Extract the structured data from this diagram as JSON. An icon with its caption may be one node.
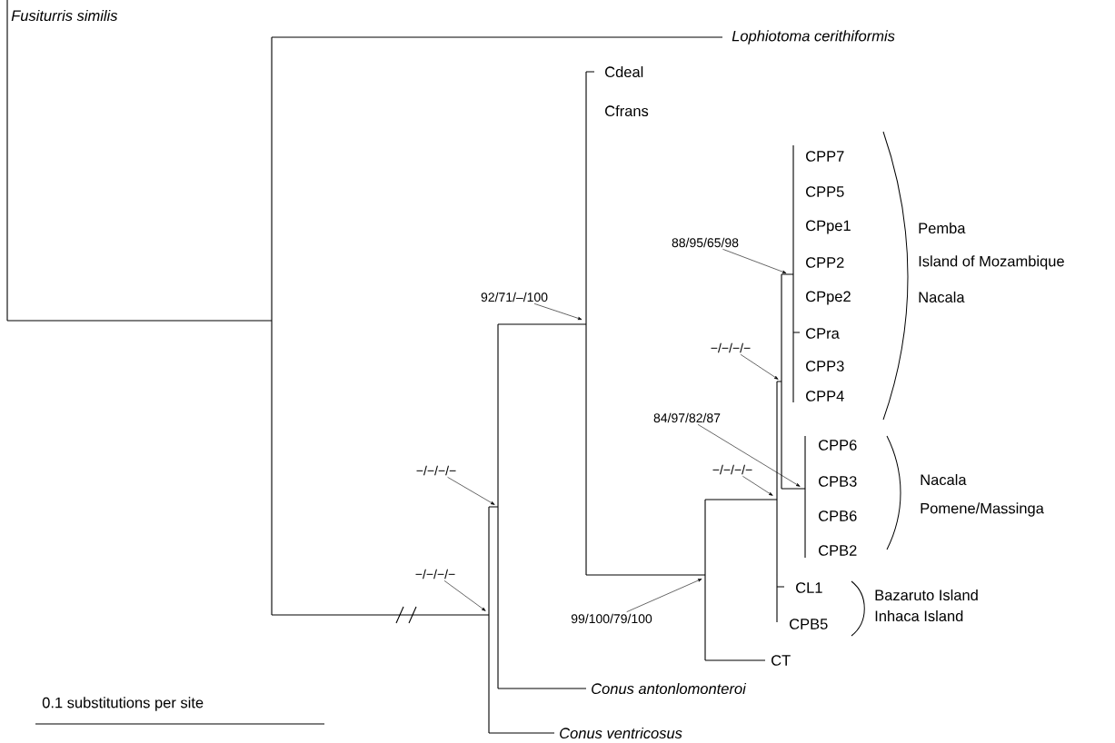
{
  "diagram": {
    "nodes": [
      {
        "text": [
          "88/95/65/98"
        ]
      },
      {
        "text": [
          "92/71/–/100"
        ]
      },
      {
        "text": [
          "−/−/−/−"
        ]
      },
      {
        "text": [
          "84/97/82/87"
        ]
      },
      {
        "text": [
          "−/−/−/−"
        ]
      },
      {
        "text": [
          "−/−/−/−"
        ]
      },
      {
        "text": [
          "−/−/−/−"
        ]
      },
      {
        "text": [
          "99/100/79/100"
        ]
      }
    ],
    "edges": [
      {
        "from": 0,
        "to": null,
        "arrow": "to"
      },
      {
        "from": 1,
        "to": null,
        "arrow": "to"
      },
      {
        "from": 2,
        "to": null,
        "arrow": "to"
      },
      {
        "from": 3,
        "to": null,
        "arrow": "to"
      },
      {
        "from": 4,
        "to": null,
        "arrow": "to"
      },
      {
        "from": 5,
        "to": null,
        "arrow": "to"
      },
      {
        "from": 6,
        "to": null,
        "arrow": "to"
      },
      {
        "from": 7,
        "to": null,
        "arrow": "to"
      }
    ],
    "labels": [
      "Fusiturris similis",
      "Lophiotoma cerithiformis",
      "Cdeal",
      "Cfrans",
      "CPP7",
      "CPP5",
      "CPpe1",
      "CPP2",
      "Pemba",
      "Island of Mozambique",
      "CPpe2",
      "Nacala",
      "CPra",
      "CPP3",
      "0.1 substitutions per site",
      "CPP4",
      "CPP6",
      "CPB3",
      "Nacala",
      "CPB6",
      "Pomene/Massinga",
      "CPB2",
      "CL1",
      "Bazaruto Island",
      "Inhaca Island",
      "CPB5",
      "CT",
      "Conus antonlomonteroi",
      "Conus ventricosus"
    ]
  }
}
